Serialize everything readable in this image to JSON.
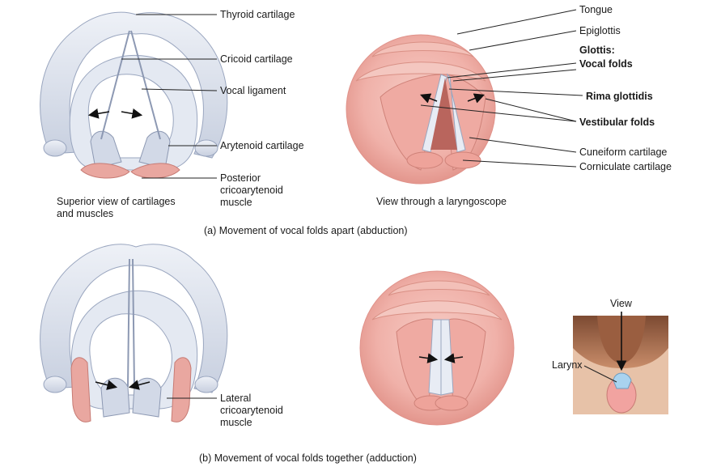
{
  "labels": {
    "thyroid": "Thyroid cartilage",
    "cricoid": "Cricoid cartilage",
    "vocal_ligament": "Vocal ligament",
    "arytenoid": "Arytenoid cartilage",
    "posterior_1": "Posterior",
    "posterior_2": "cricoarytenoid",
    "posterior_3": "muscle",
    "superior_view_1": "Superior view of cartilages",
    "superior_view_2": "and muscles",
    "laryngoscope_view": "View through a laryngoscope",
    "tongue": "Tongue",
    "epiglottis": "Epiglottis",
    "glottis": "Glottis:",
    "vocal_folds": "Vocal folds",
    "rima": "Rima glottidis",
    "vestibular": "Vestibular folds",
    "cuneiform": "Cuneiform cartilage",
    "corniculate": "Corniculate cartilage",
    "caption_a": "(a) Movement of vocal folds apart (abduction)",
    "lateral_1": "Lateral",
    "lateral_2": "cricoarytenoid",
    "lateral_3": "muscle",
    "caption_b": "(b) Movement of vocal folds together (adduction)",
    "view": "View",
    "larynx": "Larynx"
  },
  "colors": {
    "cartilage": "#dde3ee",
    "cartilage_edge": "#9aa6bf",
    "muscle": "#e9a7a0",
    "mucosa": "#f2b5ad",
    "mucosa_dark": "#d9847b",
    "skin": "#b27352",
    "thyroid_gland": "#f1a3a0",
    "larynx_blue": "#a9d3ef"
  }
}
